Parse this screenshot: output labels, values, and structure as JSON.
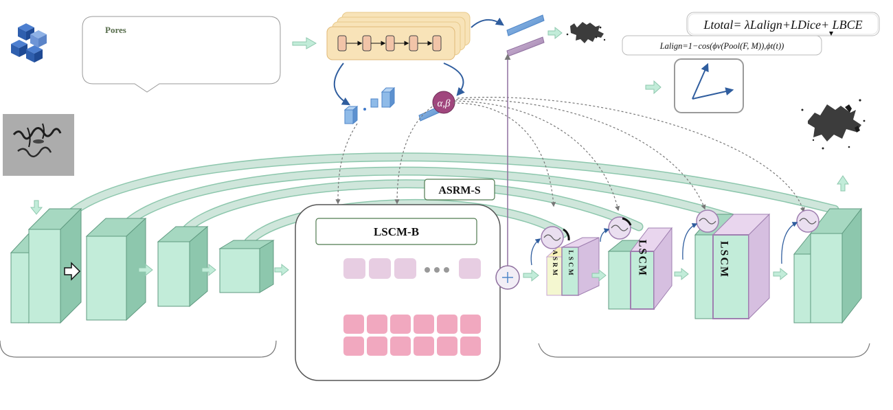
{
  "prompt_box": {
    "label": "Pores"
  },
  "encoder": {},
  "bottleneck": {
    "title": "LSCM-B"
  },
  "skip": {
    "label": "ASRM-S"
  },
  "alpha_beta": {
    "label": "α,β"
  },
  "decoder": {
    "stage1": {
      "asrm": "ASRM",
      "lscm": "LSCM"
    },
    "stage2": {
      "lscm": "LSCM"
    },
    "stage3": {
      "lscm": "LSCM"
    }
  },
  "equations": {
    "total": "Ltotal= λLalign+LDice+ LBCE",
    "align": "Lalign=1−cos(ϕv(Pool(F, M)),ϕt(t))"
  },
  "colors": {
    "block_face": "#c2ecd9",
    "block_side": "#8dc7ad",
    "block_stroke": "#5f9a80",
    "skip_fill": "#cfe6db",
    "lscm_purple": "#c9a6d6",
    "token_pink": "#f1a8bf",
    "token_lilac": "#e7cde2",
    "text_blue_dot": "#3f79c9",
    "alpha_circle": "#a0467d"
  }
}
